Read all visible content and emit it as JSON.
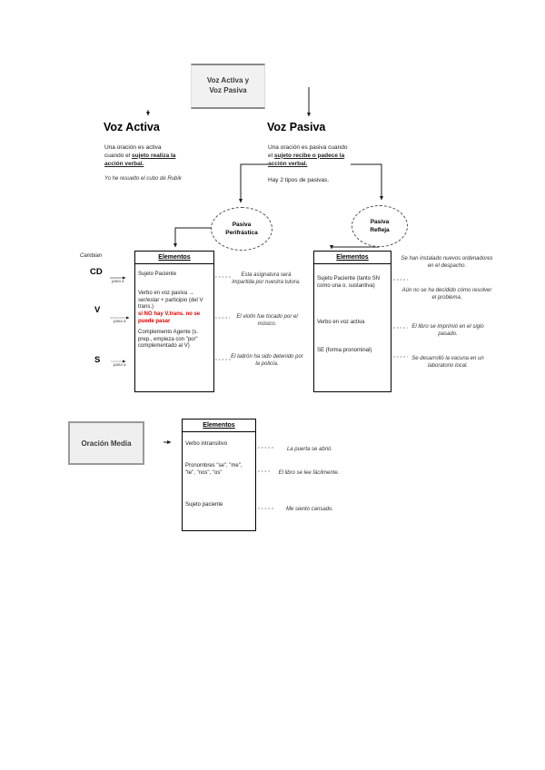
{
  "title_box": {
    "line1": "Voz Activa y",
    "line2": "Voz Pasiva"
  },
  "voz_activa": {
    "heading": "Voz Activa",
    "desc_prefix": "Una oración es activa cuando el ",
    "desc_emph": "sujeto realiza la acción verbal.",
    "example": "Yo he resuelto el cubo de Rubik"
  },
  "voz_pasiva": {
    "heading": "Voz Pasiva",
    "desc_prefix": "Una oración es pasiva cuando el ",
    "desc_emph": "sujeto recibe o padece la acción verbal.",
    "note": "Hay 2 tipos de pasivas."
  },
  "bubbles": {
    "perifrastica": {
      "line1": "Pasiva",
      "line2": "Perifrástica"
    },
    "refleja": {
      "line1": "Pasiva",
      "line2": "Refleja"
    }
  },
  "cambian": {
    "label": "Cambian",
    "items": [
      {
        "abbr": "CD",
        "note": "pasa a"
      },
      {
        "abbr": "V",
        "note": "pasa a"
      },
      {
        "abbr": "S",
        "note": "pasa a"
      }
    ]
  },
  "perifrastica_table": {
    "header": "Elementos",
    "row1": "Sujeto Paciente",
    "row2": "Verbo en voz pasiva → ser/estar + participio (del V trans.)",
    "row2_warning": "si NO hay V.trans. no se puede pasar",
    "row3": "Complemento Agente (s. prep., empieza con \"por\" complementado al V)"
  },
  "perifrastica_examples": [
    "Esta asignatura será impartida por nuestra tutora.",
    "El violín fue tocado por el músico.",
    "El ladrón ha sido detenido por la policía."
  ],
  "refleja_table": {
    "header": "Elementos",
    "row1": "Sujeto Paciente (tanto SN como una o. sustantiva)",
    "row2": "Verbo en voz activa",
    "row3": "SE (forma pronominal)"
  },
  "refleja_examples": [
    "Se han instalado nuevos ordenadores en el despacho.",
    "Aún no se ha decidido cómo resolver el problema.",
    "El libro se imprimió en el siglo pasado.",
    "Se desarrolló la vacuna en un laboratorio local."
  ],
  "oracion_media": {
    "box_label": "Oración Media",
    "table": {
      "header": "Elementos",
      "row1": "Verbo intransitivo",
      "row2": "Pronombres \"se\", \"me\", \"te\", \"nos\", \"os\"",
      "row3": "Sujeto paciente"
    },
    "examples": [
      "La puerta se abrió.",
      "El libro se lee fácilmente.",
      "Me siento cansado."
    ]
  },
  "colors": {
    "warning_red": "#e00000",
    "box_fill": "#f1f1f1",
    "border_gray": "#8a8a8a"
  }
}
